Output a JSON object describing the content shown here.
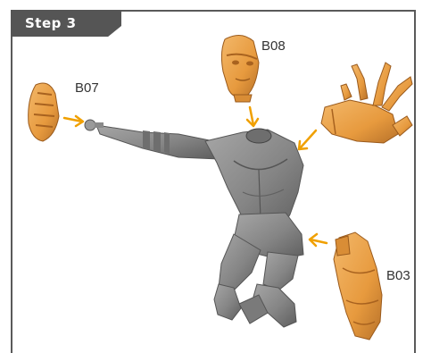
{
  "step": {
    "label": "Step 3"
  },
  "parts": [
    {
      "id": "b07",
      "label": "B07"
    },
    {
      "id": "b08",
      "label": "B08"
    },
    {
      "id": "b03",
      "label": "B03"
    }
  ],
  "colors": {
    "part_orange": "#e9a24a",
    "part_shadow": "#b8722a",
    "body_gray": "#8c8c8c",
    "body_dark": "#5e5e5e",
    "arrow": "#f0a000",
    "frame": "#5a5a5a"
  }
}
